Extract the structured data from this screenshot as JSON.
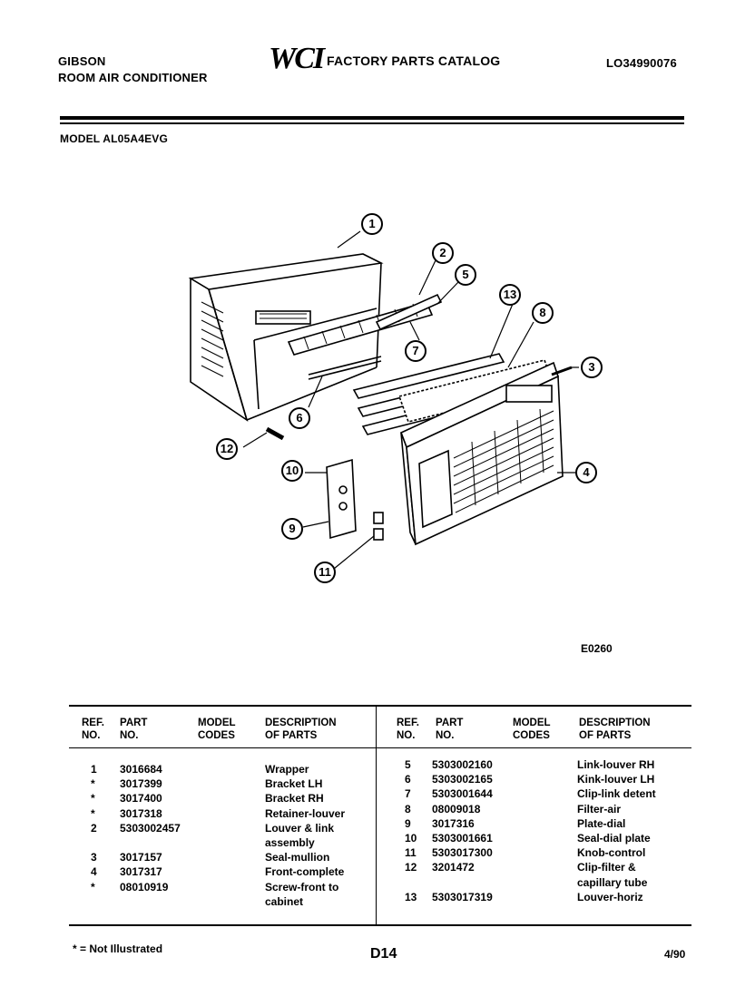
{
  "header": {
    "brand": "GIBSON",
    "product": "ROOM AIR CONDITIONER",
    "logo_text": "WCI",
    "catalog_title": "FACTORY PARTS CATALOG",
    "catalog_code": "LO34990076",
    "model_line": "MODEL AL05A4EVG"
  },
  "diagram": {
    "figure_code": "E0260",
    "callouts": [
      "1",
      "2",
      "5",
      "13",
      "8",
      "3",
      "7",
      "6",
      "12",
      "10",
      "4",
      "9",
      "11"
    ]
  },
  "parts_table": {
    "headers": {
      "ref": "REF.\nNO.",
      "part": "PART\nNO.",
      "model": "MODEL\nCODES",
      "desc": "DESCRIPTION\nOF PARTS"
    },
    "left": {
      "ref": "1\n*\n*\n*\n2\n\n3\n4\n*",
      "part": "3016684\n3017399\n3017400\n3017318\n5303002457\n\n3017157\n3017317\n08010919",
      "desc": "Wrapper\nBracket LH\nBracket RH\nRetainer-louver\nLouver & link\nassembly\nSeal-mullion\nFront-complete\nScrew-front to\ncabinet"
    },
    "right": {
      "ref": "5\n6\n7\n8\n9\n10\n11\n12\n\n13",
      "part": "5303002160\n5303002165\n5303001644\n08009018\n3017316\n5303001661\n5303017300\n3201472\n\n5303017319",
      "desc": "Link-louver RH\nKink-louver LH\nClip-link detent\nFilter-air\nPlate-dial\nSeal-dial plate\nKnob-control\nClip-filter &\ncapillary tube\nLouver-horiz"
    }
  },
  "footer": {
    "note": "* = Not Illustrated",
    "page": "D14",
    "date": "4/90"
  }
}
